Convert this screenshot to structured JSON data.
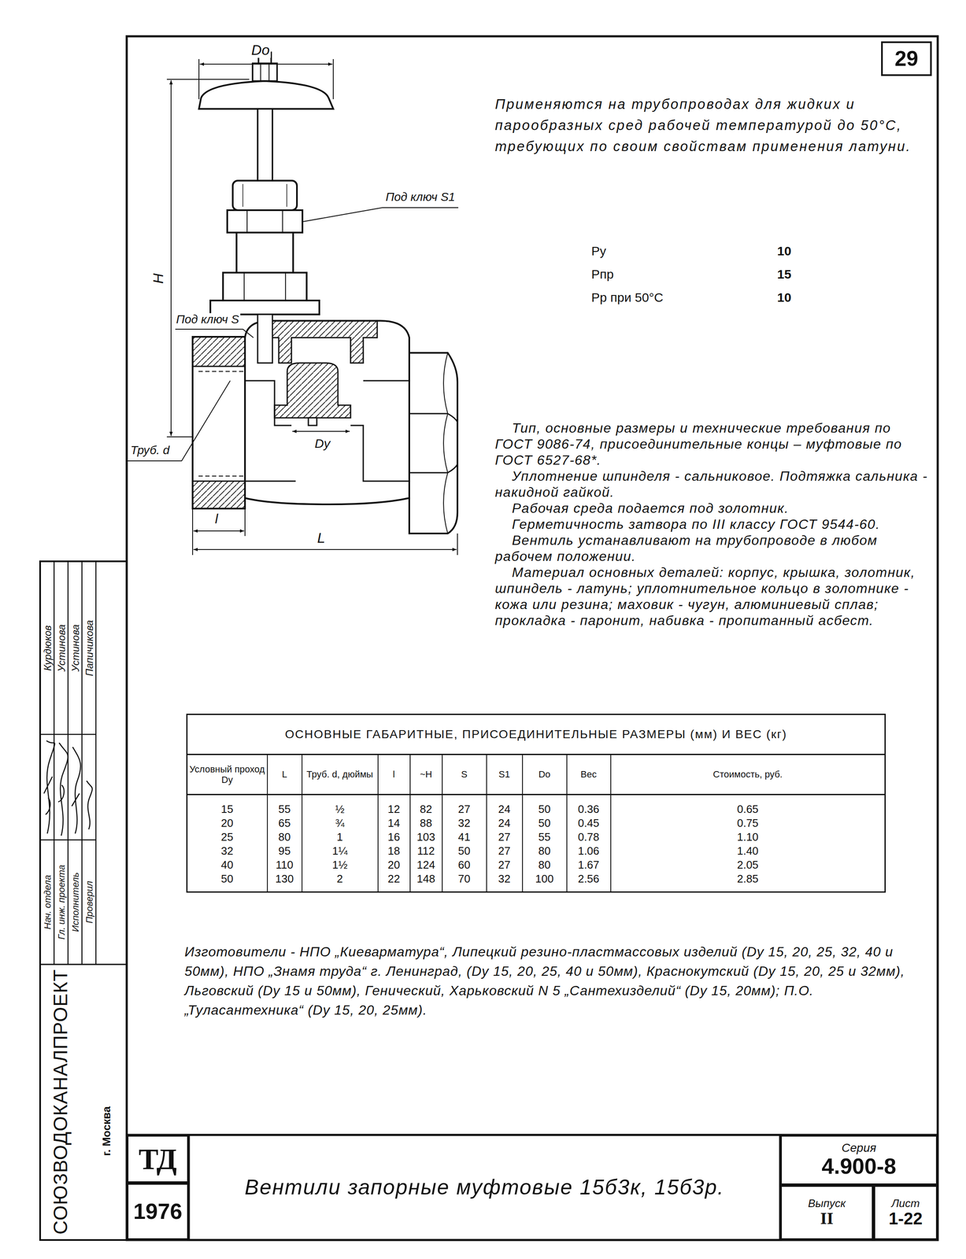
{
  "diagram": {
    "title": "Вентили запорные муфтовые 15б3к, 15б3р.",
    "nodes": [
      {
        "text": [
          "29"
        ]
      },
      {
        "text": [
          "ТД"
        ]
      },
      {
        "text": [
          "1976"
        ]
      },
      {
        "text": [
          "Серия",
          "4.900-8"
        ]
      },
      {
        "text": [
          "Выпуск",
          "II"
        ]
      },
      {
        "text": [
          "Лист",
          "1-22"
        ]
      }
    ],
    "labels": [
      "Dо",
      "H",
      "Под ключ S1",
      "Под ключ S",
      "Труб. d",
      "Dу",
      "l",
      "L",
      "Применяются на трубопроводах для жидких и парообразных сред рабочей температурой до 50°С, требующих по своим свойствам применения латуни.",
      "Ру",
      "10",
      "Рпр",
      "15",
      "Рр при 50°С",
      "10",
      "Тип, основные размеры и технические требования по ГОСТ 9086-74, присоединительные концы – муфтовые по ГОСТ 6527-68*.",
      "Уплотнение шпинделя - сальниковое. Подтяжка сальника - накидной гайкой.",
      "Рабочая среда подается под золотник.",
      "Герметичность затвора по III классу ГОСТ 9544-60.",
      "Вентиль устанавливают на трубопроводе в любом рабочем положении.",
      "Материал основных деталей: корпус, крышка, золотник, шпиндель - латунь; уплотнительное кольцо в золотнике - кожа или резина; маховик - чугун, алюминиевый сплав; прокладка - паронит, набивка - пропитанный асбест.",
      "ОСНОВНЫЕ ГАБАРИТНЫЕ, ПРИСОЕДИНИТЕЛЬНЫЕ РАЗМЕРЫ (мм) И ВЕС (кг)",
      "Условный проход Dу",
      "L",
      "Труб. d, дюймы",
      "l",
      "~H",
      "S",
      "S1",
      "Dо",
      "Вес",
      "Стоимость, руб.",
      "15",
      "55",
      "½",
      "12",
      "82",
      "27",
      "24",
      "50",
      "0.36",
      "0.65",
      "20",
      "65",
      "¾",
      "14",
      "88",
      "32",
      "24",
      "50",
      "0.45",
      "0.75",
      "25",
      "80",
      "1",
      "16",
      "103",
      "41",
      "27",
      "55",
      "0.78",
      "1.10",
      "32",
      "95",
      "1¼",
      "18",
      "112",
      "50",
      "27",
      "80",
      "1.06",
      "1.40",
      "40",
      "110",
      "1½",
      "20",
      "124",
      "60",
      "27",
      "80",
      "1.67",
      "2.05",
      "50",
      "130",
      "2",
      "22",
      "148",
      "70",
      "32",
      "100",
      "2.56",
      "2.85",
      "Изготовители - НПО „Киеварматура“, Липецкий резино-пластмассовых изделий (Dу 15, 20, 25, 32, 40 и 50мм), НПО „Знамя труда“ г. Ленинград, (Dу 15, 20, 25, 40 и 50мм), Краснокутский (Dу 15, 20, 25 и 32мм), Льговский (Dу 15 и 50мм), Генический, Харьковский N 5 „Сантехизделий“ (Dу 15, 20мм); П.О. „Туласантехника“ (Dу 15, 20, 25мм).",
      "Нач. отдела",
      "Гл. инж. проекта",
      "Исполнитель",
      "Проверил",
      "Курдюков",
      "Устинова",
      "Устинова",
      "Папичикова",
      "СОЮЗВОДОКАНАЛПРОЕКТ",
      "г. Москва"
    ]
  }
}
